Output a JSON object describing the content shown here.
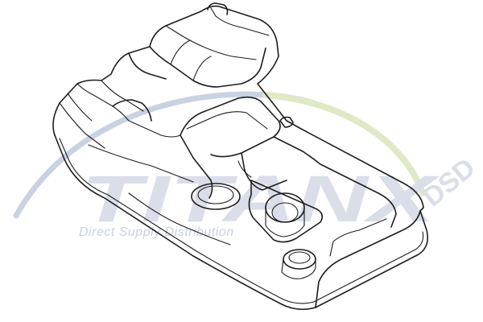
{
  "watermark": {
    "brand": "TITANX",
    "suffix": "DSD",
    "tagline": "Direct Supply Distribution",
    "colors": {
      "brand_text": "#d9dee8",
      "swoosh_blue": "#c9d2e2",
      "swoosh_green": "#dfe9c6",
      "tagline": "#c8d0dc"
    }
  },
  "drawing": {
    "subject": "fuel-tank-line-drawing",
    "stroke_color": "#1d1d1d"
  }
}
